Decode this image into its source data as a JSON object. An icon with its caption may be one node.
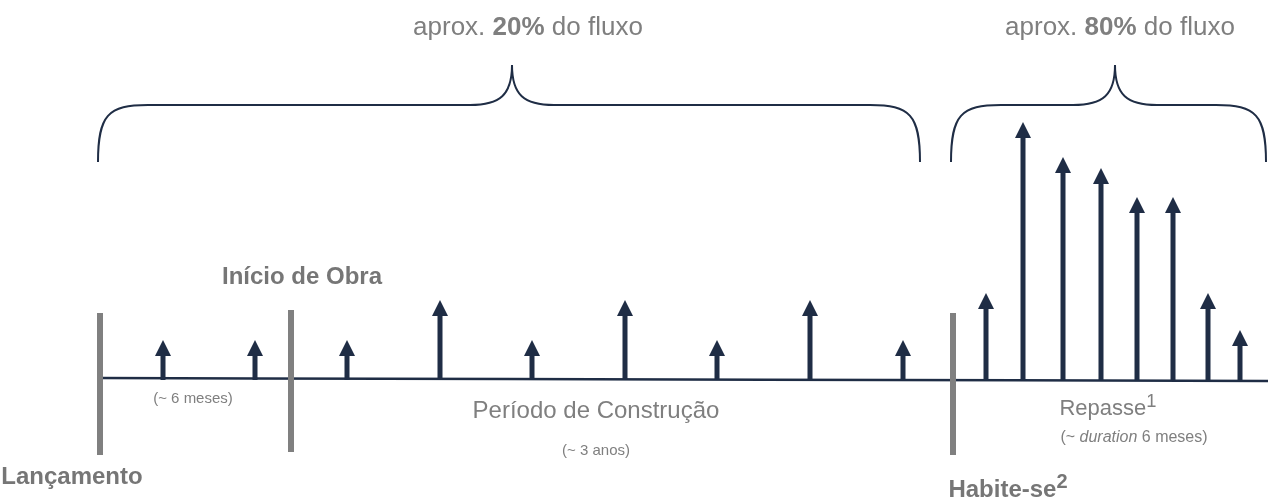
{
  "diagram": {
    "labels": [
      "aprox. **20%** do fluxo",
      "aprox. **80%** do fluxo",
      "Início de Obra",
      "(~ 6 meses)",
      "Período de Construção",
      "Repasse$^{1}$",
      "(~ 3 anos)",
      "(~ *duration* 6 meses)",
      "Lançamento",
      "Habite-se$^{2}$"
    ]
  }
}
